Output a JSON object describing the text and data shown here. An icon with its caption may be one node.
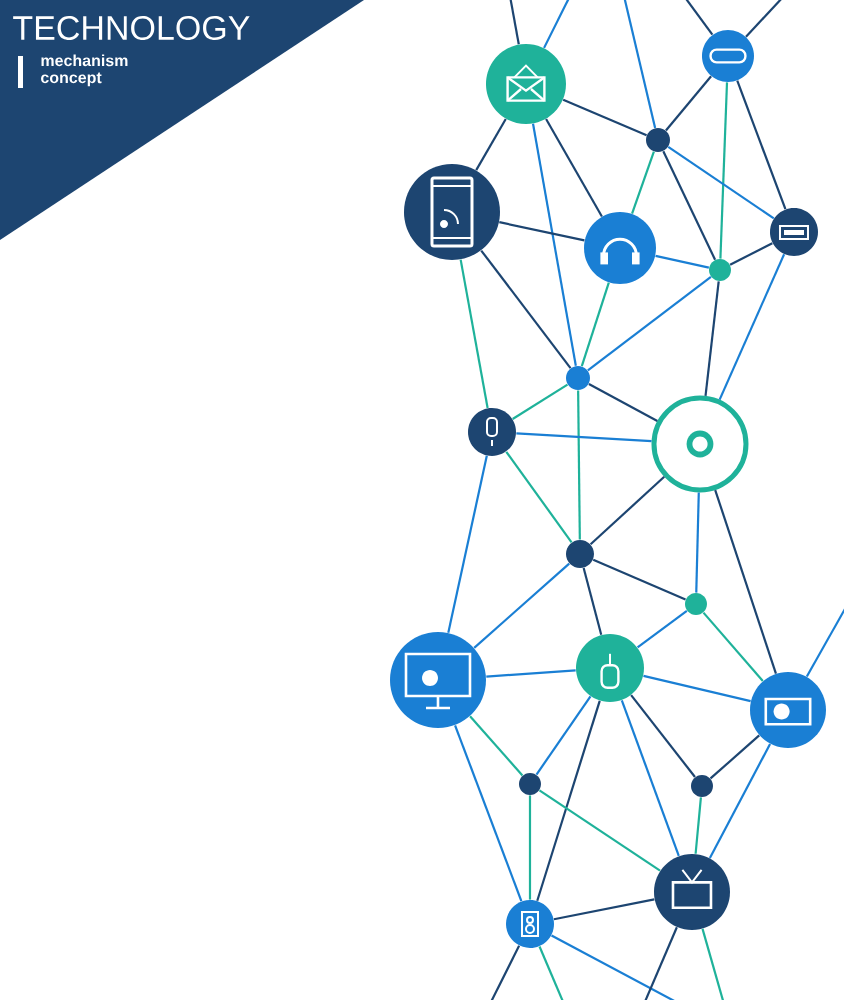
{
  "diagram": {
    "title": "TECHNOLOGY",
    "nodes": [
      {
        "text": [],
        "shape": "circle"
      },
      {
        "text": [],
        "shape": "circle"
      },
      {
        "text": [],
        "shape": "circle"
      },
      {
        "text": [],
        "shape": "circle"
      },
      {
        "text": [],
        "shape": "circle"
      },
      {
        "text": [],
        "shape": "circle"
      },
      {
        "text": [],
        "shape": "circle"
      },
      {
        "text": [],
        "shape": "circle"
      },
      {
        "text": [],
        "shape": "circle"
      },
      {
        "text": [],
        "shape": "circle"
      },
      {
        "text": [],
        "shape": "circle"
      },
      {
        "text": [],
        "shape": "circle"
      },
      {
        "text": [],
        "shape": "circle"
      },
      {
        "text": [],
        "shape": "circle"
      },
      {
        "text": [],
        "shape": "circle"
      },
      {
        "text": [],
        "shape": "circle"
      },
      {
        "text": [],
        "shape": "circle"
      },
      {
        "text": [],
        "shape": "circle"
      },
      {
        "text": [],
        "shape": "circle"
      }
    ],
    "edges": [
      {
        "from": 1,
        "to": 2,
        "arrow": "none",
        "color": "#1d4571"
      },
      {
        "from": 1,
        "to": 3,
        "arrow": "none",
        "color": "#1d4571"
      },
      {
        "from": 1,
        "to": 5,
        "arrow": "none",
        "color": "#1d4571"
      },
      {
        "from": 1,
        "to": 7,
        "arrow": "none",
        "color": "#1a7fd4"
      },
      {
        "from": 0,
        "to": 2,
        "arrow": "none",
        "color": "#1d4571"
      },
      {
        "from": 0,
        "to": 4,
        "arrow": "none",
        "color": "#1d4571"
      },
      {
        "from": 0,
        "to": 6,
        "arrow": "none",
        "color": "#1fb29a"
      },
      {
        "from": 2,
        "to": 6,
        "arrow": "none",
        "color": "#1d4571"
      },
      {
        "from": 2,
        "to": 5,
        "arrow": "none",
        "color": "#1fb29a"
      },
      {
        "from": 2,
        "to": 4,
        "arrow": "none",
        "color": "#1a7fd4"
      },
      {
        "from": 3,
        "to": 5,
        "arrow": "none",
        "color": "#1d4571"
      },
      {
        "from": 3,
        "to": 7,
        "arrow": "none",
        "color": "#1d4571"
      },
      {
        "from": 3,
        "to": 8,
        "arrow": "none",
        "color": "#1fb29a"
      },
      {
        "from": 5,
        "to": 7,
        "arrow": "none",
        "color": "#1fb29a"
      },
      {
        "from": 5,
        "to": 6,
        "arrow": "none",
        "color": "#1a7fd4"
      },
      {
        "from": 4,
        "to": 6,
        "arrow": "none",
        "color": "#1d4571"
      },
      {
        "from": 4,
        "to": 9,
        "arrow": "none",
        "color": "#1a7fd4"
      },
      {
        "from": 6,
        "to": 9,
        "arrow": "none",
        "color": "#1d4571"
      },
      {
        "from": 6,
        "to": 7,
        "arrow": "none",
        "color": "#1a7fd4"
      },
      {
        "from": 7,
        "to": 8,
        "arrow": "none",
        "color": "#1fb29a"
      },
      {
        "from": 7,
        "to": 9,
        "arrow": "none",
        "color": "#1d4571"
      },
      {
        "from": 7,
        "to": 10,
        "arrow": "none",
        "color": "#1fb29a"
      },
      {
        "from": 8,
        "to": 9,
        "arrow": "none",
        "color": "#1a7fd4"
      },
      {
        "from": 8,
        "to": 13,
        "arrow": "none",
        "color": "#1a7fd4"
      },
      {
        "from": 8,
        "to": 10,
        "arrow": "none",
        "color": "#1fb29a"
      },
      {
        "from": 9,
        "to": 10,
        "arrow": "none",
        "color": "#1d4571"
      },
      {
        "from": 9,
        "to": 11,
        "arrow": "none",
        "color": "#1a7fd4"
      },
      {
        "from": 9,
        "to": 14,
        "arrow": "none",
        "color": "#1d4571"
      },
      {
        "from": 10,
        "to": 13,
        "arrow": "none",
        "color": "#1a7fd4"
      },
      {
        "from": 10,
        "to": 11,
        "arrow": "none",
        "color": "#1d4571"
      },
      {
        "from": 10,
        "to": 12,
        "arrow": "none",
        "color": "#1d4571"
      },
      {
        "from": 11,
        "to": 12,
        "arrow": "none",
        "color": "#1a7fd4"
      },
      {
        "from": 11,
        "to": 14,
        "arrow": "none",
        "color": "#1fb29a"
      },
      {
        "from": 13,
        "to": 12,
        "arrow": "none",
        "color": "#1a7fd4"
      },
      {
        "from": 12,
        "to": 14,
        "arrow": "none",
        "color": "#1a7fd4"
      },
      {
        "from": 13,
        "to": 15,
        "arrow": "none",
        "color": "#1fb29a"
      },
      {
        "from": 13,
        "to": 18,
        "arrow": "none",
        "color": "#1a7fd4"
      },
      {
        "from": 12,
        "to": 15,
        "arrow": "none",
        "color": "#1a7fd4"
      },
      {
        "from": 12,
        "to": 18,
        "arrow": "none",
        "color": "#1d4571"
      },
      {
        "from": 12,
        "to": 17,
        "arrow": "none",
        "color": "#1a7fd4"
      },
      {
        "from": 12,
        "to": 16,
        "arrow": "none",
        "color": "#1d4571"
      },
      {
        "from": 14,
        "to": 16,
        "arrow": "none",
        "color": "#1d4571"
      },
      {
        "from": 14,
        "to": 17,
        "arrow": "none",
        "color": "#1a7fd4"
      },
      {
        "from": 15,
        "to": 18,
        "arrow": "none",
        "color": "#1fb29a"
      },
      {
        "from": 15,
        "to": 17,
        "arrow": "none",
        "color": "#1fb29a"
      },
      {
        "from": 16,
        "to": 17,
        "arrow": "none",
        "color": "#1fb29a"
      },
      {
        "from": 17,
        "to": 18,
        "arrow": "none",
        "color": "#1d4571"
      },
      {
        "from": 1,
        "to": null,
        "arrow": "none",
        "color": "#1d4571"
      },
      {
        "from": 1,
        "to": null,
        "arrow": "none",
        "color": "#1a7fd4"
      },
      {
        "from": 2,
        "to": null,
        "arrow": "none",
        "color": "#1a7fd4"
      },
      {
        "from": 0,
        "to": null,
        "arrow": "none",
        "color": "#1d4571"
      },
      {
        "from": 0,
        "to": null,
        "arrow": "none",
        "color": "#1d4571"
      },
      {
        "from": 14,
        "to": null,
        "arrow": "none",
        "color": "#1a7fd4"
      },
      {
        "from": 18,
        "to": null,
        "arrow": "none",
        "color": "#1d4571"
      },
      {
        "from": 18,
        "to": null,
        "arrow": "none",
        "color": "#1fb29a"
      },
      {
        "from": 18,
        "to": null,
        "arrow": "none",
        "color": "#1a7fd4"
      },
      {
        "from": 17,
        "to": null,
        "arrow": "none",
        "color": "#1d4571"
      },
      {
        "from": 17,
        "to": null,
        "arrow": "none",
        "color": "#1fb29a"
      }
    ],
    "labels": [
      "mechanism concept"
    ]
  }
}
